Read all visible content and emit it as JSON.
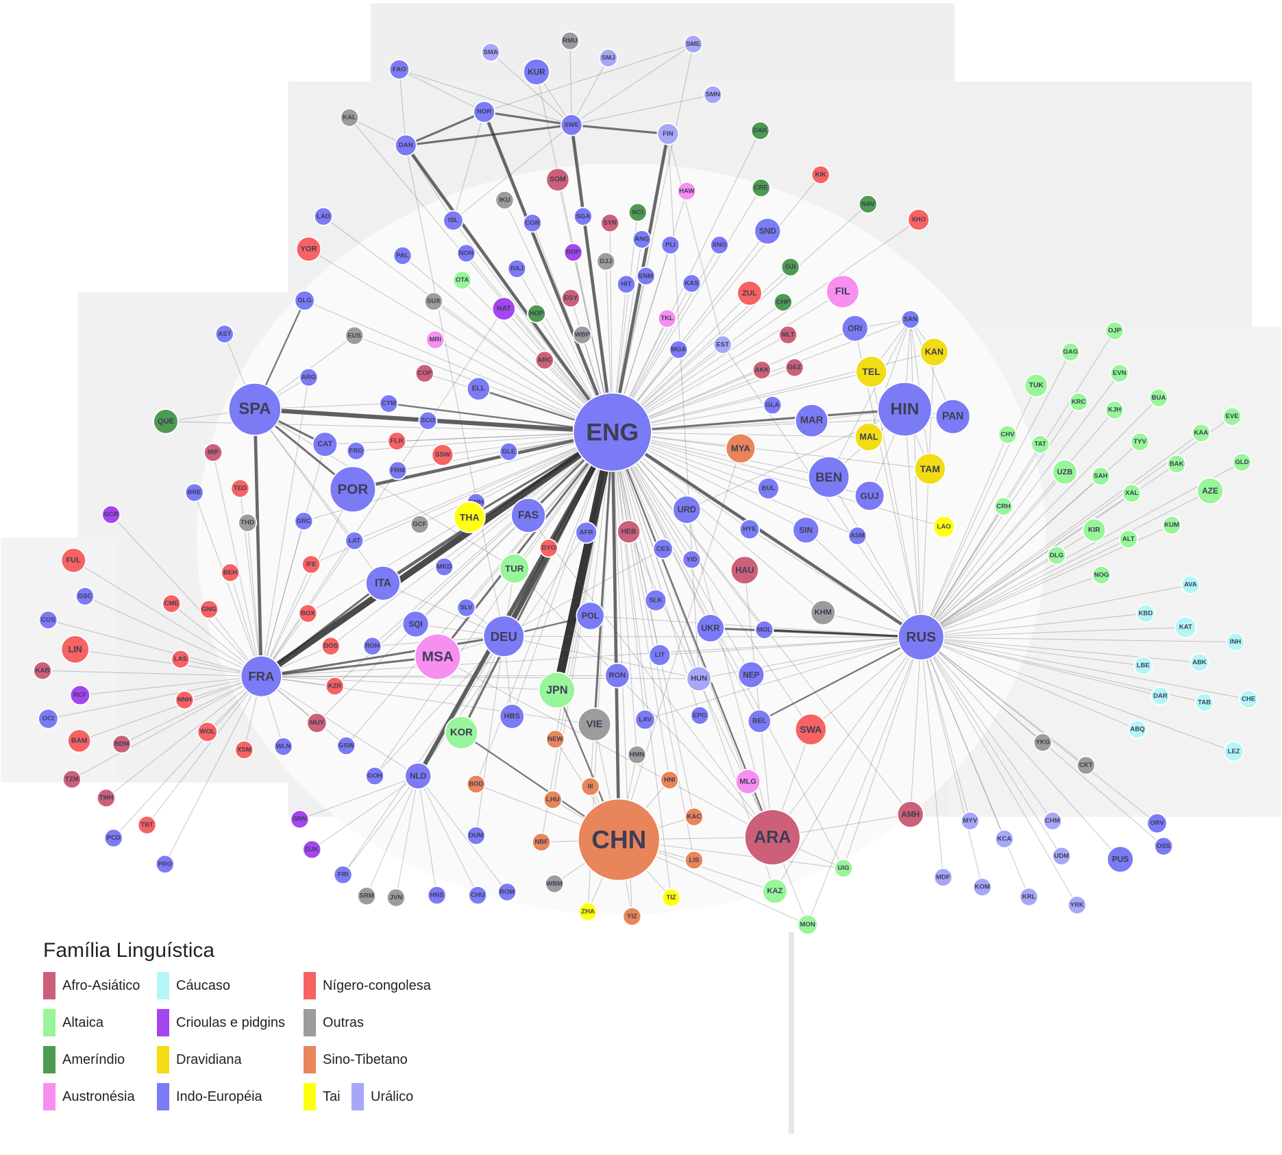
{
  "legend": {
    "title": "Família Linguística",
    "items": [
      {
        "key": "afro",
        "label": "Afro-Asiático",
        "color": "#cc6079"
      },
      {
        "key": "altaic",
        "label": "Altaica",
        "color": "#98f59a"
      },
      {
        "key": "amer",
        "label": "Ameríndio",
        "color": "#4e9a52"
      },
      {
        "key": "austr",
        "label": "Austronésia",
        "color": "#f78ff0"
      },
      {
        "key": "cauc",
        "label": "Cáucaso",
        "color": "#b4f6f6"
      },
      {
        "key": "creole",
        "label": "Crioulas e pidgins",
        "color": "#a545f0"
      },
      {
        "key": "drav",
        "label": "Dravidiana",
        "color": "#f2dc14"
      },
      {
        "key": "ie",
        "label": "Indo-Européia",
        "color": "#7b7bf5"
      },
      {
        "key": "niger",
        "label": "Nígero-congolesa",
        "color": "#f76262"
      },
      {
        "key": "other",
        "label": "Outras",
        "color": "#9c9c9c"
      },
      {
        "key": "sino",
        "label": "Sino-Tibetano",
        "color": "#e8855b"
      },
      {
        "key": "tai",
        "label": "Tai",
        "color": "#ffff10"
      },
      {
        "key": "ural",
        "label": "Urálico",
        "color": "#a7a7f7"
      }
    ]
  },
  "nodes": [
    [
      "SMA",
      "ural"
    ],
    [
      "RMU",
      "other"
    ],
    [
      "SME",
      "ural"
    ],
    [
      "FAO",
      "ie"
    ],
    [
      "KUR",
      "ie"
    ],
    [
      "SMJ",
      "ural"
    ],
    [
      "SMN",
      "ural"
    ],
    [
      "KAL",
      "other"
    ],
    [
      "NOR",
      "ie"
    ],
    [
      "SWE",
      "ie"
    ],
    [
      "FIN",
      "ural"
    ],
    [
      "DAK",
      "amer"
    ],
    [
      "DAN",
      "ie"
    ],
    [
      "SOM",
      "afro"
    ],
    [
      "IKU",
      "other"
    ],
    [
      "HAW",
      "austr"
    ],
    [
      "CRE",
      "amer"
    ],
    [
      "KIK",
      "niger"
    ],
    [
      "NAV",
      "amer"
    ],
    [
      "XHO",
      "niger"
    ],
    [
      "LAD",
      "ie"
    ],
    [
      "ISL",
      "ie"
    ],
    [
      "COR",
      "ie"
    ],
    [
      "SGA",
      "ie"
    ],
    [
      "SYR",
      "afro"
    ],
    [
      "NCI",
      "amer"
    ],
    [
      "ANG",
      "ie"
    ],
    [
      "PLI",
      "ie"
    ],
    [
      "XNO",
      "ie"
    ],
    [
      "SND",
      "ie"
    ],
    [
      "YOR",
      "niger"
    ],
    [
      "PAL",
      "ie"
    ],
    [
      "NON",
      "ie"
    ],
    [
      "ROP",
      "creole"
    ],
    [
      "DJJ",
      "other"
    ],
    [
      "OJI",
      "amer"
    ],
    [
      "RAJ",
      "ie"
    ],
    [
      "OTA",
      "altaic"
    ],
    [
      "HIT",
      "ie"
    ],
    [
      "ENM",
      "ie"
    ],
    [
      "KAS",
      "ie"
    ],
    [
      "ZUL",
      "niger"
    ],
    [
      "FIL",
      "austr"
    ],
    [
      "SUX",
      "other"
    ],
    [
      "HAT",
      "creole"
    ],
    [
      "HOP",
      "amer"
    ],
    [
      "EGY",
      "afro"
    ],
    [
      "CHP",
      "amer"
    ],
    [
      "GLG",
      "ie"
    ],
    [
      "TKL",
      "austr"
    ],
    [
      "WBP",
      "other"
    ],
    [
      "MLT",
      "afro"
    ],
    [
      "ORI",
      "ie"
    ],
    [
      "SAN",
      "ie"
    ],
    [
      "AST",
      "ie"
    ],
    [
      "EUS",
      "other"
    ],
    [
      "MRI",
      "austr"
    ],
    [
      "EST",
      "ural"
    ],
    [
      "MGA",
      "ie"
    ],
    [
      "KAN",
      "drav"
    ],
    [
      "ARC",
      "afro"
    ],
    [
      "AKK",
      "afro"
    ],
    [
      "GEZ",
      "afro"
    ],
    [
      "TEL",
      "drav"
    ],
    [
      "COP",
      "afro"
    ],
    [
      "ARG",
      "ie"
    ],
    [
      "ELL",
      "ie"
    ],
    [
      "GLA",
      "ie"
    ],
    [
      "SPA",
      "ie"
    ],
    [
      "CYM",
      "ie"
    ],
    [
      "HIN",
      "ie"
    ],
    [
      "PAN",
      "ie"
    ],
    [
      "QUE",
      "amer"
    ],
    [
      "SCO",
      "ie"
    ],
    [
      "ENG",
      "ie"
    ],
    [
      "MAR",
      "ie"
    ],
    [
      "MAL",
      "drav"
    ],
    [
      "CAT",
      "ie"
    ],
    [
      "FLR",
      "niger"
    ],
    [
      "MYA",
      "sino"
    ],
    [
      "MIF",
      "afro"
    ],
    [
      "FRO",
      "ie"
    ],
    [
      "SSW",
      "niger"
    ],
    [
      "GLE",
      "ie"
    ],
    [
      "TAM",
      "drav"
    ],
    [
      "BEN",
      "ie"
    ],
    [
      "FRM",
      "ie"
    ],
    [
      "POR",
      "ie"
    ],
    [
      "TED",
      "niger"
    ],
    [
      "BRE",
      "ie"
    ],
    [
      "BUL",
      "ie"
    ],
    [
      "GUJ",
      "ie"
    ],
    [
      "GMH",
      "ie"
    ],
    [
      "GCR",
      "creole"
    ],
    [
      "THA",
      "tai"
    ],
    [
      "FAS",
      "ie"
    ],
    [
      "URD",
      "ie"
    ],
    [
      "THD",
      "other"
    ],
    [
      "GRC",
      "ie"
    ],
    [
      "GCF",
      "other"
    ],
    [
      "AFR",
      "ie"
    ],
    [
      "HEB",
      "afro"
    ],
    [
      "HYE",
      "ie"
    ],
    [
      "SIN",
      "ie"
    ],
    [
      "ASM",
      "ie"
    ],
    [
      "LAO",
      "tai"
    ],
    [
      "LAT",
      "ie"
    ],
    [
      "DYO",
      "niger"
    ],
    [
      "CES",
      "ie"
    ],
    [
      "YID",
      "ie"
    ],
    [
      "FUL",
      "niger"
    ],
    [
      "IFE",
      "niger"
    ],
    [
      "TUR",
      "altaic"
    ],
    [
      "MKD",
      "ie"
    ],
    [
      "HAU",
      "afro"
    ],
    [
      "BEH",
      "niger"
    ],
    [
      "ITA",
      "ie"
    ],
    [
      "GSC",
      "ie"
    ],
    [
      "CME",
      "niger"
    ],
    [
      "GNG",
      "niger"
    ],
    [
      "SLV",
      "ie"
    ],
    [
      "SLK",
      "ie"
    ],
    [
      "KHM",
      "other"
    ],
    [
      "BOX",
      "niger"
    ],
    [
      "POL",
      "ie"
    ],
    [
      "COS",
      "ie"
    ],
    [
      "SQI",
      "ie"
    ],
    [
      "UKR",
      "ie"
    ],
    [
      "MOL",
      "ie"
    ],
    [
      "DEU",
      "ie"
    ],
    [
      "RUS",
      "ie"
    ],
    [
      "LIN",
      "niger"
    ],
    [
      "DOS",
      "niger"
    ],
    [
      "ROH",
      "ie"
    ],
    [
      "MSA",
      "austr"
    ],
    [
      "LIT",
      "ie"
    ],
    [
      "LAS",
      "niger"
    ],
    [
      "KAB",
      "afro"
    ],
    [
      "FRA",
      "ie"
    ],
    [
      "NEP",
      "ie"
    ],
    [
      "RON",
      "ie"
    ],
    [
      "HUN",
      "ural"
    ],
    [
      "KZR",
      "niger"
    ],
    [
      "JPN",
      "altaic"
    ],
    [
      "RCF",
      "creole"
    ],
    [
      "NNH",
      "niger"
    ],
    [
      "EPO",
      "ie"
    ],
    [
      "OCI",
      "ie"
    ],
    [
      "HBS",
      "ie"
    ],
    [
      "LAV",
      "ie"
    ],
    [
      "BEL",
      "ie"
    ],
    [
      "MUY",
      "afro"
    ],
    [
      "VIE",
      "other"
    ],
    [
      "SWA",
      "niger"
    ],
    [
      "WOL",
      "niger"
    ],
    [
      "BAM",
      "niger"
    ],
    [
      "BDM",
      "afro"
    ],
    [
      "KOR",
      "altaic"
    ],
    [
      "NEW",
      "sino"
    ],
    [
      "XSM",
      "niger"
    ],
    [
      "WLN",
      "ie"
    ],
    [
      "GSW",
      "ie"
    ],
    [
      "HMN",
      "other"
    ],
    [
      "TZM",
      "afro"
    ],
    [
      "GOH",
      "ie"
    ],
    [
      "NLD",
      "ie"
    ],
    [
      "MLG",
      "austr"
    ],
    [
      "BOD",
      "sino"
    ],
    [
      "III",
      "sino"
    ],
    [
      "HNI",
      "sino"
    ],
    [
      "TMH",
      "afro"
    ],
    [
      "LHU",
      "sino"
    ],
    [
      "AMH",
      "afro"
    ],
    [
      "ARA",
      "afro"
    ],
    [
      "KAC",
      "sino"
    ],
    [
      "SRN",
      "creole"
    ],
    [
      "PCD",
      "ie"
    ],
    [
      "TBT",
      "niger"
    ],
    [
      "CHN",
      "sino"
    ],
    [
      "DUM",
      "ie"
    ],
    [
      "NBF",
      "sino"
    ],
    [
      "MYV",
      "ural"
    ],
    [
      "CHM",
      "ural"
    ],
    [
      "KCA",
      "ural"
    ],
    [
      "ORV",
      "ie"
    ],
    [
      "OSS",
      "ie"
    ],
    [
      "DJK",
      "creole"
    ],
    [
      "LIS",
      "sino"
    ],
    [
      "PUS",
      "ie"
    ],
    [
      "PRO",
      "ie"
    ],
    [
      "UDM",
      "ural"
    ],
    [
      "UIG",
      "altaic"
    ],
    [
      "FRI",
      "ie"
    ],
    [
      "MDF",
      "ural"
    ],
    [
      "WBM",
      "other"
    ],
    [
      "KOM",
      "ural"
    ],
    [
      "KAZ",
      "altaic"
    ],
    [
      "HNS",
      "ie"
    ],
    [
      "SRM",
      "other"
    ],
    [
      "JVN",
      "other"
    ],
    [
      "CHU",
      "ie"
    ],
    [
      "ROM",
      "ie"
    ],
    [
      "KRL",
      "ural"
    ],
    [
      "TIZ",
      "tai"
    ],
    [
      "YRK",
      "ural"
    ],
    [
      "ZHA",
      "tai"
    ],
    [
      "YIZ",
      "sino"
    ],
    [
      "MON",
      "altaic"
    ],
    [
      "OJP",
      "altaic"
    ],
    [
      "GAG",
      "altaic"
    ],
    [
      "EVN",
      "altaic"
    ],
    [
      "TUK",
      "altaic"
    ],
    [
      "KRC",
      "altaic"
    ],
    [
      "KJH",
      "altaic"
    ],
    [
      "BUA",
      "altaic"
    ],
    [
      "EVE",
      "altaic"
    ],
    [
      "CHV",
      "altaic"
    ],
    [
      "TAT",
      "altaic"
    ],
    [
      "TYV",
      "altaic"
    ],
    [
      "KAA",
      "altaic"
    ],
    [
      "UZB",
      "altaic"
    ],
    [
      "SAH",
      "altaic"
    ],
    [
      "BAK",
      "altaic"
    ],
    [
      "GLD",
      "altaic"
    ],
    [
      "AZE",
      "altaic"
    ],
    [
      "XAL",
      "altaic"
    ],
    [
      "CRH",
      "altaic"
    ],
    [
      "KIR",
      "altaic"
    ],
    [
      "KUM",
      "altaic"
    ],
    [
      "ALT",
      "altaic"
    ],
    [
      "DLG",
      "altaic"
    ],
    [
      "NOG",
      "altaic"
    ],
    [
      "AVA",
      "cauc"
    ],
    [
      "KBD",
      "cauc"
    ],
    [
      "KAT",
      "cauc"
    ],
    [
      "INH",
      "cauc"
    ],
    [
      "LBE",
      "cauc"
    ],
    [
      "ABK",
      "cauc"
    ],
    [
      "DAR",
      "cauc"
    ],
    [
      "TAB",
      "cauc"
    ],
    [
      "CHE",
      "cauc"
    ],
    [
      "ABQ",
      "cauc"
    ],
    [
      "LEZ",
      "cauc"
    ],
    [
      "YKG",
      "other"
    ],
    [
      "CKT",
      "other"
    ]
  ],
  "edges": [
    [
      "ENG",
      "JPN",
      8
    ],
    [
      "ENG",
      "FRA",
      6
    ],
    [
      "ENG",
      "DEU",
      5
    ],
    [
      "ENG",
      "NLD",
      4
    ],
    [
      "ENG",
      "SPA",
      4
    ],
    [
      "ENG",
      "CHN",
      3
    ],
    [
      "ENG",
      "POR",
      3
    ],
    [
      "ENG",
      "SWE",
      3
    ],
    [
      "ENG",
      "DAN",
      3
    ],
    [
      "ENG",
      "FIN",
      3
    ],
    [
      "ENG",
      "NOR",
      3
    ],
    [
      "ENG",
      "RUS",
      3
    ],
    [
      "ENG",
      "ITA",
      3
    ],
    [
      "SPA",
      "FRA",
      3
    ],
    [
      "SPA",
      "POR",
      2
    ],
    [
      "DAN",
      "SWE",
      2
    ],
    [
      "NOR",
      "SWE",
      2
    ],
    [
      "SWE",
      "FIN",
      2
    ],
    [
      "ENG",
      "FAS",
      2
    ],
    [
      "ENG",
      "HIN",
      2
    ],
    [
      "RUS",
      "UKR",
      2
    ],
    [
      "RUS",
      "MOL",
      2
    ],
    [
      "FRA",
      "ITA",
      2
    ],
    [
      "FRA",
      "DEU",
      2
    ],
    [
      "FRA",
      "MSA",
      2
    ],
    [
      "DAN",
      "NOR",
      2
    ],
    [
      "ENG",
      "VIE",
      2
    ],
    [
      "ENG",
      "KOR",
      2
    ],
    [
      "SPA",
      "CAT",
      2
    ],
    [
      "SPA",
      "GLG",
      1.5
    ],
    [
      "ENG",
      "THA",
      2
    ],
    [
      "ENG",
      "MSA",
      2
    ],
    [
      "DEU",
      "POL",
      1.5
    ],
    [
      "RUS",
      "BEL",
      1.5
    ],
    [
      "ENG",
      "ELL",
      1.5
    ],
    [
      "ENG",
      "CYM",
      1.5
    ],
    [
      "ENG",
      "ARA",
      1.5
    ],
    [
      "CHN",
      "KOR",
      1.5
    ],
    [
      "CHN",
      "JPN",
      1.5
    ],
    [
      "FIN",
      "EST",
      1
    ],
    [
      "FIN",
      "HUN",
      1
    ]
  ],
  "hubs": {
    "ENG": [
      "SOM",
      "IKU",
      "ISL",
      "COR",
      "SGA",
      "SYR",
      "NCI",
      "ANG",
      "PLI",
      "XNO",
      "SND",
      "HAW",
      "CRE",
      "DAK",
      "KIK",
      "NAV",
      "XHO",
      "ZUL",
      "FIL",
      "OJI",
      "CHP",
      "TKL",
      "KAS",
      "HIT",
      "ENM",
      "DJJ",
      "ROP",
      "RAJ",
      "NON",
      "PAL",
      "LAD",
      "YOR",
      "OTA",
      "SUX",
      "HAT",
      "HOP",
      "EGY",
      "WBP",
      "MRI",
      "ARC",
      "COP",
      "EUS",
      "GLG",
      "MGA",
      "EST",
      "MLT",
      "AKK",
      "GEZ",
      "ORI",
      "SAN",
      "TEL",
      "KAN",
      "MAL",
      "TAM",
      "LAO",
      "MAR",
      "BEN",
      "GUJ",
      "PAN",
      "MYA",
      "GLA",
      "BUL",
      "URD",
      "HYE",
      "SIN",
      "ASM",
      "HEB",
      "AFR",
      "CES",
      "YID",
      "HAU",
      "SLK",
      "POL",
      "UKR",
      "LIT",
      "RON",
      "HUN",
      "NEP",
      "BEL",
      "SWA",
      "MLG",
      "HBS",
      "TUR",
      "SQI",
      "SLV",
      "MKD",
      "SCO",
      "GLE",
      "FLR",
      "SSW",
      "CAT",
      "FRO",
      "FRM",
      "LAT",
      "GRC",
      "GCF",
      "DYO",
      "KHM",
      "AMH",
      "HMN",
      "III",
      "HNI",
      "EPO",
      "LAV",
      "MOL",
      "GMH",
      "IFE",
      "BOX",
      "DOS",
      "ROH",
      "KZR",
      "MUY",
      "NEW",
      "BOD",
      "LHU",
      "KAC",
      "LIS",
      "UIG",
      "KAZ",
      "MON",
      "TIZ",
      "YIZ",
      "ZHA",
      "NBF",
      "KUR",
      "SME",
      "KAL",
      "QUE",
      "GSW",
      "GOH"
    ],
    "RUS": [
      "OJP",
      "GAG",
      "EVN",
      "TUK",
      "KRC",
      "KJH",
      "BUA",
      "EVE",
      "CHV",
      "TAT",
      "TYV",
      "KAA",
      "UZB",
      "SAH",
      "BAK",
      "GLD",
      "AZE",
      "XAL",
      "CRH",
      "KIR",
      "KUM",
      "ALT",
      "DLG",
      "NOG",
      "AVA",
      "KBD",
      "KAT",
      "INH",
      "LBE",
      "ABK",
      "DAR",
      "TAB",
      "CHE",
      "ABQ",
      "LEZ",
      "YKG",
      "CKT",
      "ORV",
      "OSS",
      "PUS",
      "AMH",
      "UIG",
      "KAZ",
      "MON",
      "MYV",
      "CHM",
      "KCA",
      "MDF",
      "KOM",
      "KRL",
      "UDM",
      "YRK",
      "DEU",
      "FRA",
      "POL",
      "LIT",
      "LAV",
      "SIN",
      "HIN",
      "BEN",
      "TEL",
      "KAN",
      "SAN",
      "ORI",
      "HYE",
      "NEP",
      "EST",
      "KHM",
      "SWA",
      "ARA",
      "HUN"
    ],
    "FRA": [
      "FUL",
      "GSC",
      "CME",
      "GNG",
      "COS",
      "LIN",
      "LAS",
      "KAB",
      "RCF",
      "NNH",
      "OCI",
      "WOL",
      "BAM",
      "BDM",
      "XSM",
      "WLN",
      "GSW",
      "TZM",
      "TMH",
      "PCD",
      "TBT",
      "PRO",
      "BEH",
      "TED",
      "BRE",
      "GCR",
      "MIF",
      "IFE",
      "BOX",
      "DOS",
      "KZR",
      "MUY",
      "THD",
      "POR",
      "NLD",
      "LAT",
      "GRC",
      "CAT",
      "ARG",
      "VIE",
      "HUN",
      "RON",
      "JPN",
      "HAT",
      "OCI"
    ],
    "SPA": [
      "QUE",
      "AST",
      "ARG",
      "EUS",
      "ITA",
      "LAT",
      "CYM",
      "SCO",
      "TUR",
      "POR"
    ],
    "CHN": [
      "VIE",
      "III",
      "HNI",
      "KAC",
      "LIS",
      "UIG",
      "KAZ",
      "MON",
      "TIZ",
      "YIZ",
      "ZHA",
      "NBF",
      "LHU",
      "BOD",
      "NEW",
      "HMN",
      "ARA",
      "WBM",
      "MYA"
    ],
    "DEU": [
      "NLD",
      "HBS",
      "SQI",
      "DUM",
      "GOH",
      "ROH",
      "FRI",
      "CES",
      "ITA",
      "TUR",
      "DAN",
      "KOR",
      "SLV",
      "POL",
      "HUN",
      "MSA"
    ],
    "NLD": [
      "FRI",
      "SRN",
      "DJK",
      "SRM",
      "JVN",
      "HNS",
      "AFR",
      "CHU",
      "ROM"
    ],
    "DAN": [
      "FAO",
      "KAL",
      "ISL",
      "NOR"
    ],
    "SWE": [
      "SMA",
      "RMU",
      "SMJ",
      "SME",
      "SMN",
      "KUR",
      "FAO",
      "ISL"
    ],
    "NOR": [
      "ISL",
      "FAO",
      "SME"
    ],
    "SAN": [
      "HIN",
      "PAN",
      "ORI",
      "TEL",
      "KAN",
      "MAL",
      "TAM",
      "BEN"
    ],
    "HIN": [
      "PAN",
      "BEN",
      "GUJ",
      "MAR",
      "URD",
      "TAM"
    ],
    "ARA": [
      "HEB",
      "MSA",
      "SWA",
      "HAU",
      "FAS",
      "URD",
      "AMH",
      "MLG",
      "TUR",
      "UIG"
    ]
  }
}
